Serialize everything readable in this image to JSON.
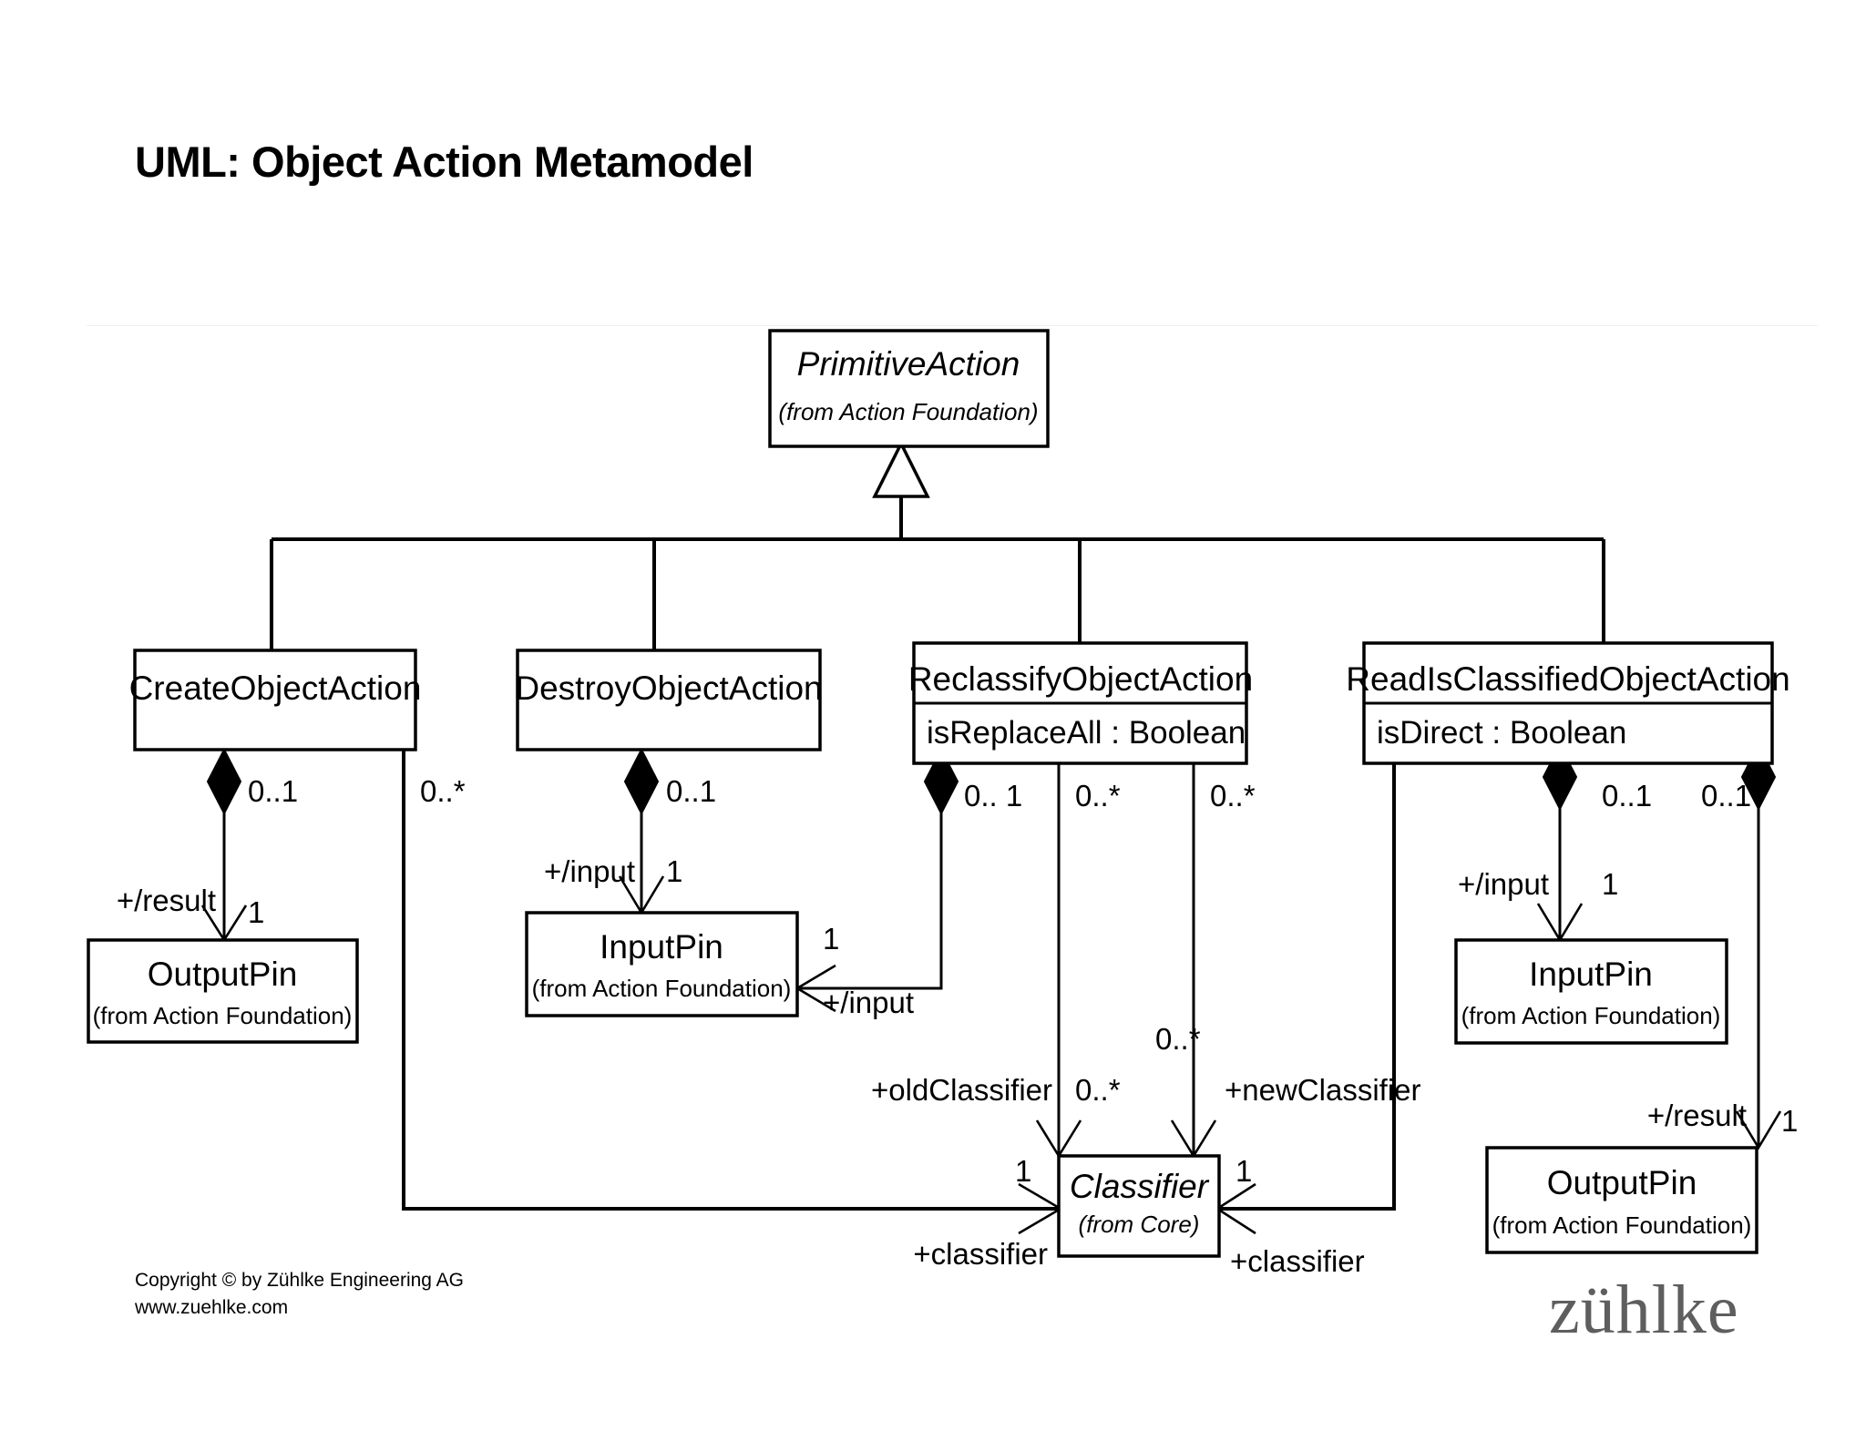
{
  "title": "UML: Object Action Metamodel",
  "footer": {
    "copyright": "Copyright ©  by Zühlke Engineering AG",
    "website": "www.zuehlke.com",
    "logo": "zühlke"
  },
  "diagram": {
    "type": "uml-class-diagram",
    "classes": [
      {
        "id": "primitive-action",
        "name": "PrimitiveAction",
        "stereotype": "(from Action Foundation)",
        "abstract": true,
        "attributes": []
      },
      {
        "id": "create-object",
        "name": "CreateObjectAction",
        "stereotype": "",
        "abstract": false,
        "attributes": []
      },
      {
        "id": "destroy-object",
        "name": "DestroyObjectAction",
        "stereotype": "",
        "abstract": false,
        "attributes": []
      },
      {
        "id": "reclassify-object",
        "name": "ReclassifyObjectAction",
        "stereotype": "",
        "abstract": false,
        "attributes": [
          "isReplaceAll : Boolean"
        ]
      },
      {
        "id": "readisclassified",
        "name": "ReadIsClassifiedObjectAction",
        "stereotype": "",
        "abstract": false,
        "attributes": [
          "isDirect : Boolean"
        ]
      },
      {
        "id": "outputpin-left",
        "name": "OutputPin",
        "stereotype": "(from Action Foundation)",
        "abstract": false,
        "attributes": []
      },
      {
        "id": "inputpin-mid",
        "name": "InputPin",
        "stereotype": "(from Action Foundation)",
        "abstract": false,
        "attributes": []
      },
      {
        "id": "inputpin-right",
        "name": "InputPin",
        "stereotype": "(from Action Foundation)",
        "abstract": false,
        "attributes": []
      },
      {
        "id": "outputpin-right",
        "name": "OutputPin",
        "stereotype": "(from Action Foundation)",
        "abstract": false,
        "attributes": []
      },
      {
        "id": "classifier",
        "name": "Classifier",
        "stereotype": "(from Core)",
        "abstract": true,
        "attributes": []
      }
    ],
    "generalizations": [
      {
        "from": "create-object",
        "to": "primitive-action"
      },
      {
        "from": "destroy-object",
        "to": "primitive-action"
      },
      {
        "from": "reclassify-object",
        "to": "primitive-action"
      },
      {
        "from": "readisclassified",
        "to": "primitive-action"
      }
    ],
    "associations": [
      {
        "from": "create-object",
        "to": "outputpin-left",
        "source_mult": "0..1",
        "target_mult": "1",
        "role": "+/result",
        "aggregation": "composite"
      },
      {
        "from": "create-object",
        "to": "classifier",
        "source_mult": "0..*",
        "target_mult": "1",
        "role": "+classifier",
        "aggregation": "none"
      },
      {
        "from": "destroy-object",
        "to": "inputpin-mid",
        "source_mult": "0..1",
        "target_mult": "1",
        "role": "+/input",
        "aggregation": "composite"
      },
      {
        "from": "reclassify-object",
        "to": "inputpin-mid",
        "source_mult": "0.. 1",
        "target_mult": "1",
        "role": "+/input",
        "aggregation": "composite"
      },
      {
        "from": "reclassify-object",
        "to": "classifier",
        "source_mult": "0..*",
        "target_mult": "0..*",
        "role": "+oldClassifier",
        "aggregation": "none"
      },
      {
        "from": "reclassify-object",
        "to": "classifier",
        "source_mult": "0..*",
        "target_mult": "0..*",
        "role": "+newClassifier",
        "aggregation": "none"
      },
      {
        "from": "readisclassified",
        "to": "inputpin-right",
        "source_mult": "0..1",
        "target_mult": "1",
        "role": "+/input",
        "aggregation": "composite"
      },
      {
        "from": "readisclassified",
        "to": "outputpin-right",
        "source_mult": "0..1",
        "target_mult": "1",
        "role": "+/result",
        "aggregation": "composite"
      },
      {
        "from": "readisclassified",
        "to": "classifier",
        "source_mult": "",
        "target_mult": "1",
        "role": "+classifier",
        "aggregation": "none"
      }
    ],
    "labels": {
      "primitive_action_name": "PrimitiveAction",
      "primitive_action_from": "(from Action Foundation)",
      "create_object_name": "CreateObjectAction",
      "destroy_object_name": "DestroyObjectAction",
      "reclassify_object_name": "ReclassifyObjectAction",
      "reclassify_object_attr": "isReplaceAll : Boolean",
      "readisclassified_name": "ReadIsClassifiedObjectAction",
      "readisclassified_attr": "isDirect : Boolean",
      "outputpin_left_name": "OutputPin",
      "outputpin_left_from": "(from Action Foundation)",
      "inputpin_mid_name": "InputPin",
      "inputpin_mid_from": "(from Action Foundation)",
      "inputpin_right_name": "InputPin",
      "inputpin_right_from": "(from Action Foundation)",
      "outputpin_right_name": "OutputPin",
      "outputpin_right_from": "(from Action Foundation)",
      "classifier_name": "Classifier",
      "classifier_from": "(from Core)",
      "m_create_out_src": "0..1",
      "m_create_cls_src": "0..*",
      "m_create_out_tgt": "1",
      "r_create_out": "+/result",
      "m_destroy_in_src": "0..1",
      "m_destroy_in_tgt": "1",
      "r_destroy_in": "+/input",
      "m_recl_in_src": "0.. 1",
      "m_recl_in_tgt": "1",
      "r_recl_in": "+/input",
      "m_recl_old_src": "0..*",
      "m_recl_new_src": "0..*",
      "m_recl_old_tgt": "0..*",
      "m_recl_new_tgt": "0..*",
      "r_recl_old": "+oldClassifier",
      "r_recl_new": "+newClassifier",
      "m_read_in_src": "0..1",
      "m_read_in_tgt": "1",
      "r_read_in": "+/input",
      "m_read_out_src": "0..1",
      "m_read_out_tgt": "1",
      "r_read_out": "+/result",
      "m_cls_left": "1",
      "m_cls_right": "1",
      "r_cls_left": "+classifier",
      "r_cls_right": "+classifier"
    }
  }
}
